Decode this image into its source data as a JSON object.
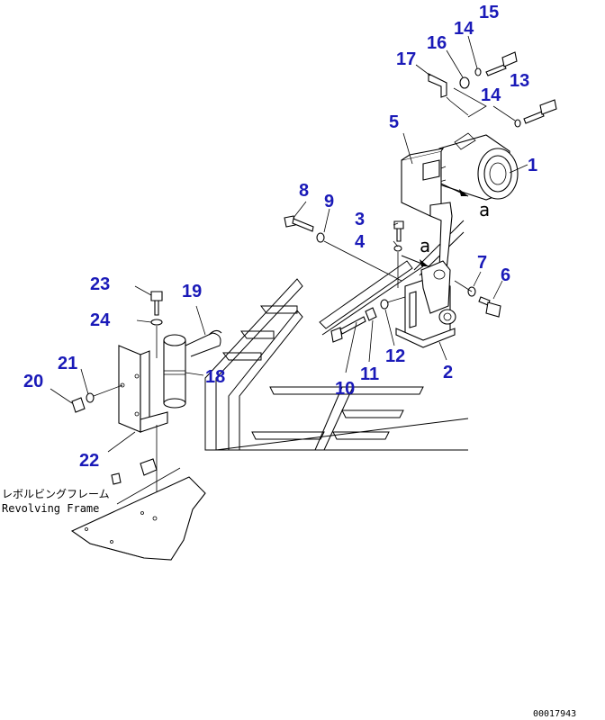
{
  "callouts": {
    "n1": "1",
    "n2": "2",
    "n3": "3",
    "n4": "4",
    "n5": "5",
    "n6": "6",
    "n7": "7",
    "n8": "8",
    "n9": "9",
    "n10": "10",
    "n11": "11",
    "n12": "12",
    "n13": "13",
    "n14a": "14",
    "n14b": "14",
    "n15": "15",
    "n16": "16",
    "n17": "17",
    "n18": "18",
    "n19": "19",
    "n20": "20",
    "n21": "21",
    "n22": "22",
    "n23": "23",
    "n24": "24"
  },
  "view_marker": {
    "upper": "a",
    "lower": "a"
  },
  "frame_label": {
    "jp": "レボルビングフレーム",
    "en": "Revolving Frame"
  },
  "drawing_number": "00017943"
}
